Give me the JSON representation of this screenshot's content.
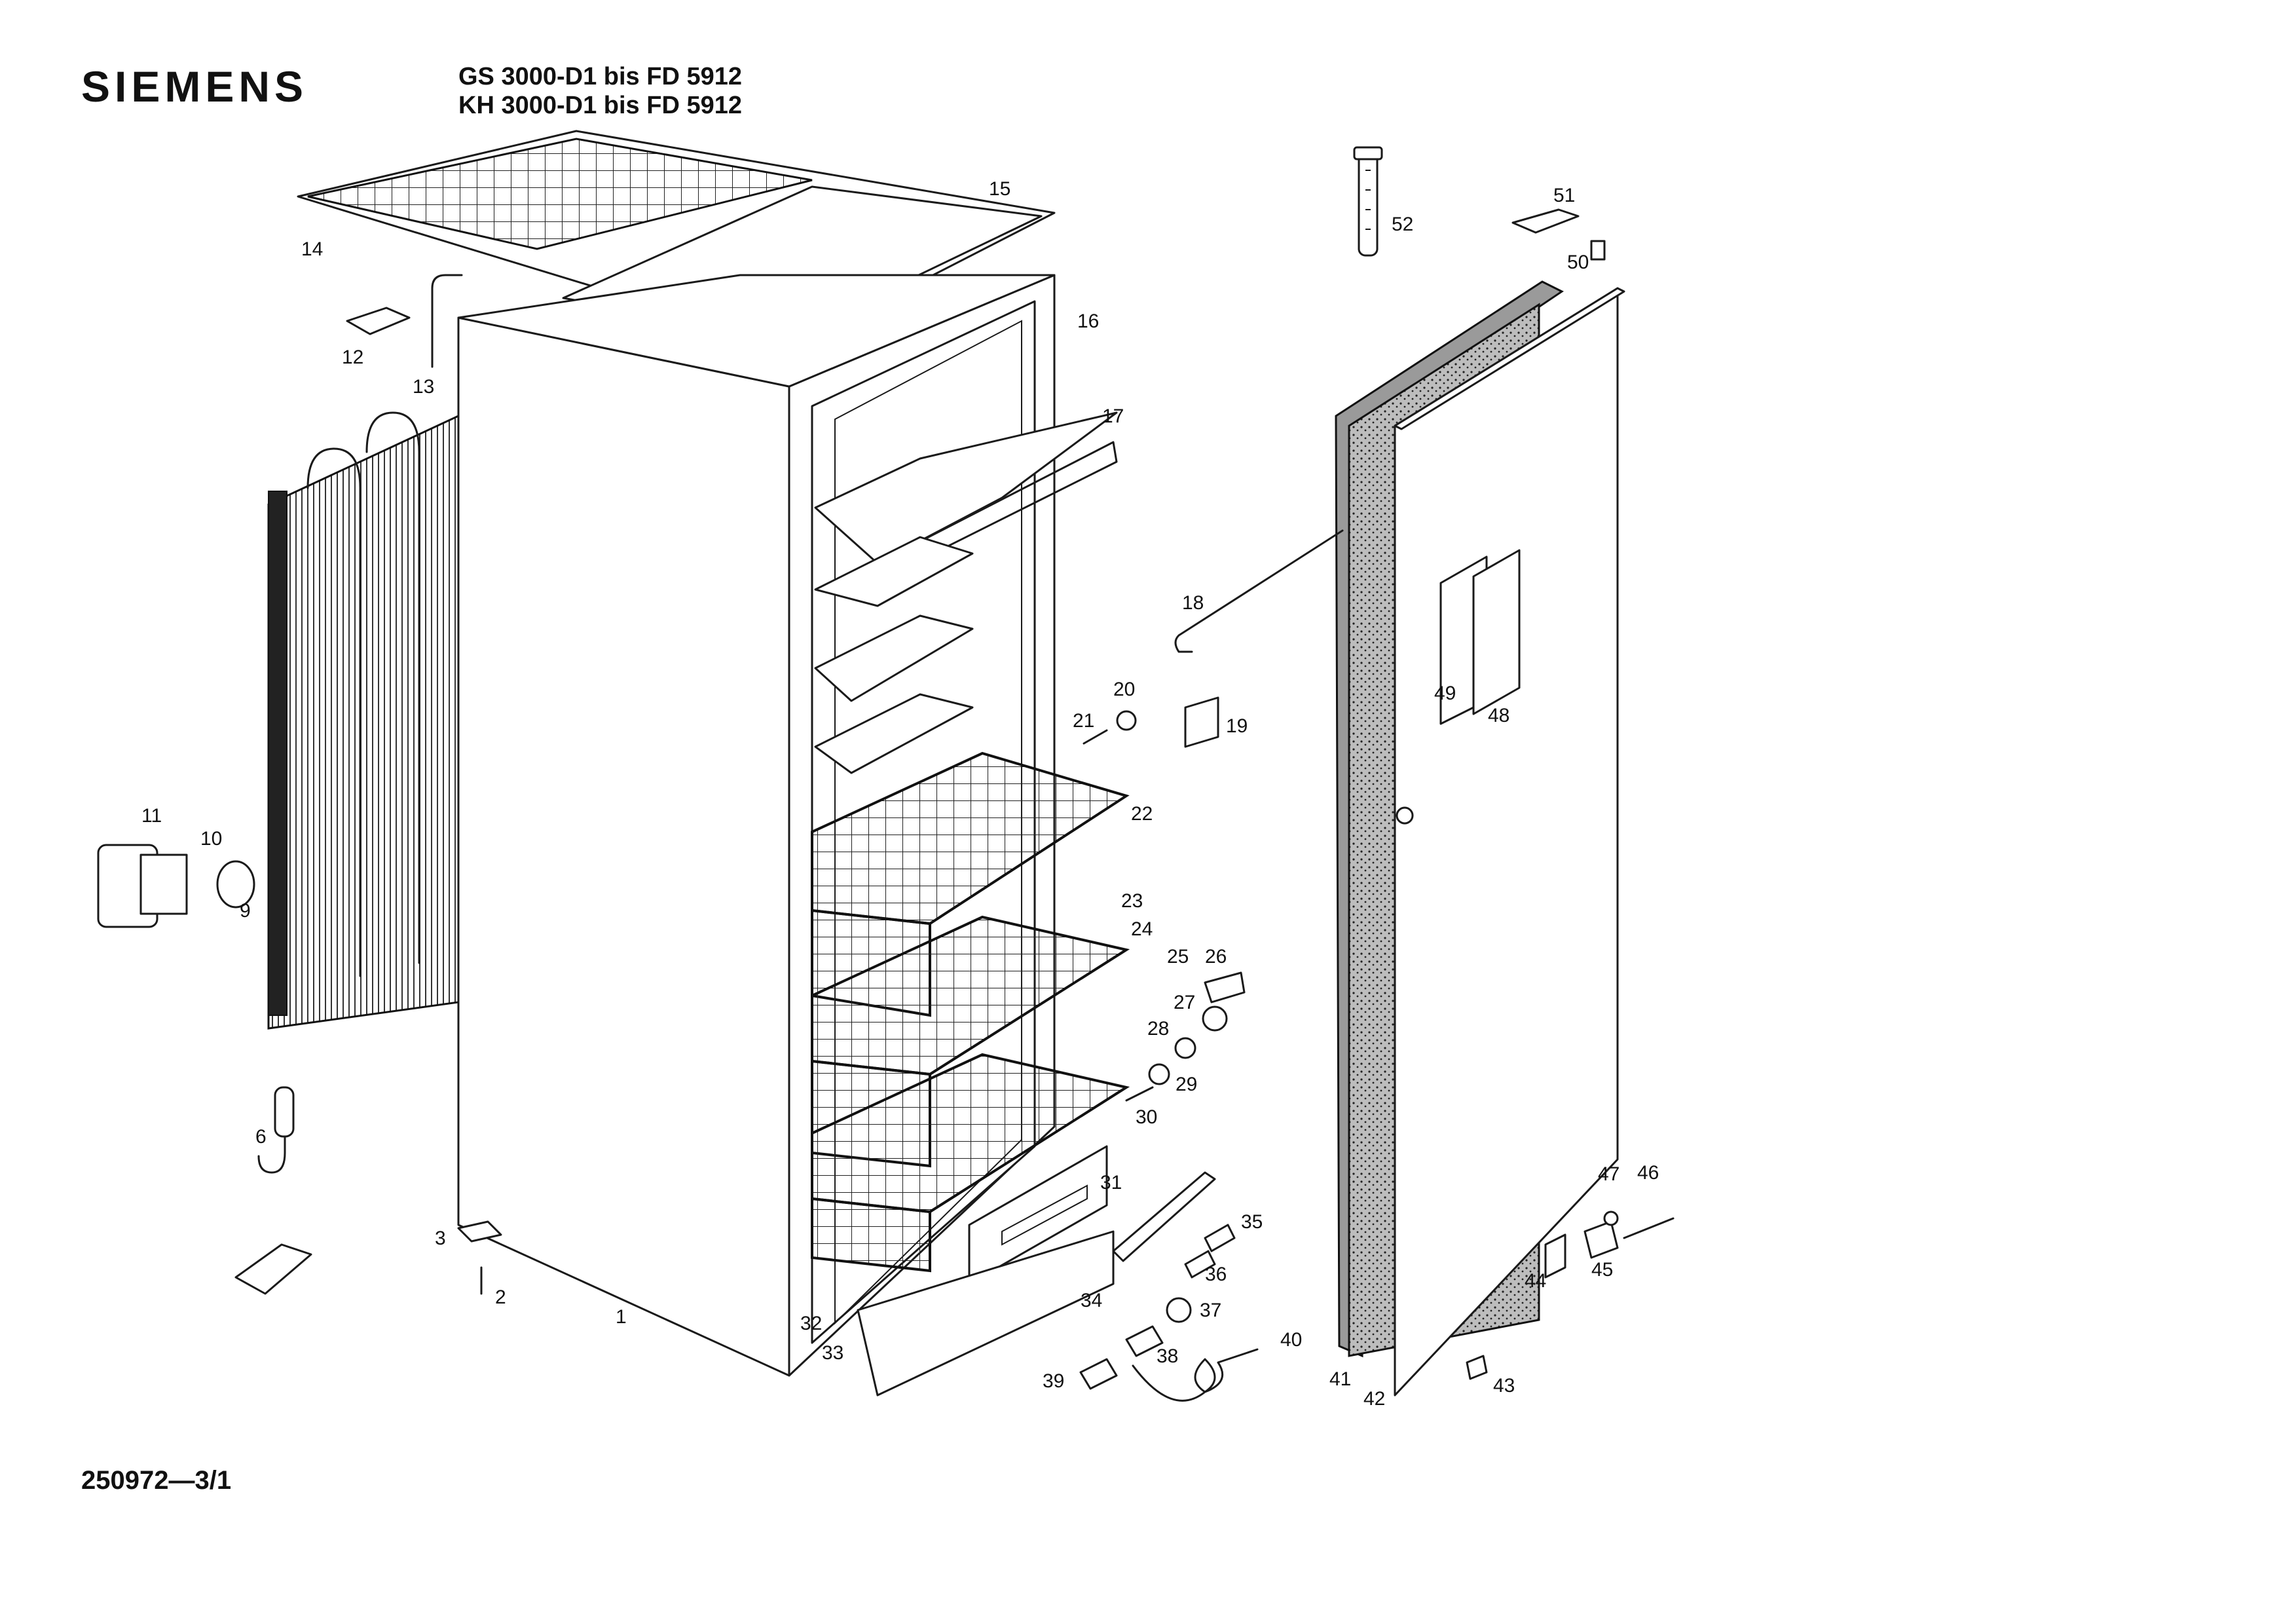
{
  "header": {
    "brand": "SIEMENS",
    "model_line_1": "GS 3000-D1 bis FD 5912",
    "model_line_2": "KH 3000-D1 bis FD 5912"
  },
  "footer": {
    "doc_number": "250972—3/1"
  },
  "callouts": {
    "c1": "1",
    "c2": "2",
    "c3": "3",
    "c6": "6",
    "c9": "9",
    "c10": "10",
    "c11": "11",
    "c12": "12",
    "c13": "13",
    "c14": "14",
    "c15": "15",
    "c16": "16",
    "c17": "17",
    "c18": "18",
    "c19": "19",
    "c20": "20",
    "c21": "21",
    "c22": "22",
    "c23": "23",
    "c24": "24",
    "c25": "25",
    "c26": "26",
    "c27": "27",
    "c28": "28",
    "c29": "29",
    "c30": "30",
    "c31": "31",
    "c32": "32",
    "c33": "33",
    "c34": "34",
    "c35": "35",
    "c36": "36",
    "c37": "37",
    "c38": "38",
    "c39": "39",
    "c40": "40",
    "c41": "41",
    "c42": "42",
    "c43": "43",
    "c44": "44",
    "c45": "45",
    "c46": "46",
    "c47": "47",
    "c48": "48",
    "c49": "49",
    "c50": "50",
    "c51": "51",
    "c52": "52"
  },
  "colors": {
    "line": "#1a1a1a",
    "background": "#ffffff",
    "gasket": "#9a9a9a"
  }
}
